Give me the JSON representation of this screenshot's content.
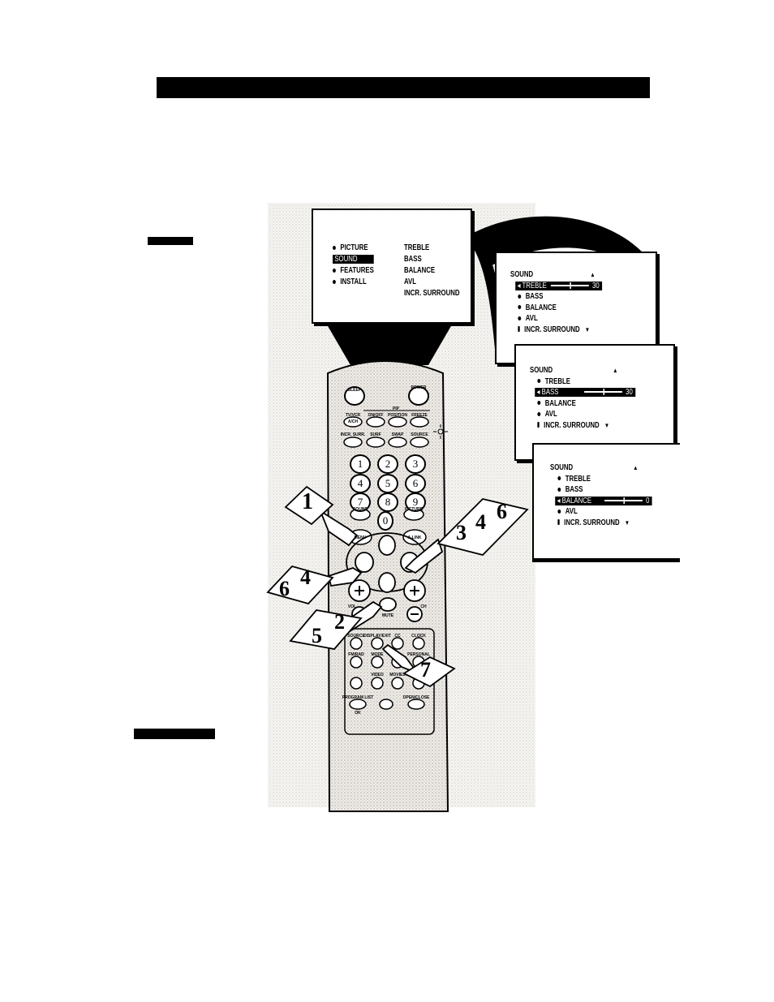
{
  "main_menu": {
    "items": [
      "PICTURE",
      "SOUND",
      "FEATURES",
      "INSTALL"
    ],
    "submenu": [
      "TREBLE",
      "BASS",
      "BALANCE",
      "AVL",
      "INCR. SURROUND"
    ]
  },
  "sound_menu_1": {
    "title": "SOUND",
    "items": [
      "TREBLE",
      "BASS",
      "BALANCE",
      "AVL",
      "INCR. SURROUND"
    ],
    "value": "30"
  },
  "sound_menu_2": {
    "title": "SOUND",
    "items": [
      "TREBLE",
      "BASS",
      "BALANCE",
      "AVL",
      "INCR. SURROUND"
    ],
    "value": "30"
  },
  "sound_menu_3": {
    "title": "SOUND",
    "items": [
      "TREBLE",
      "BASS",
      "BALANCE",
      "AVL",
      "INCR. SURROUND"
    ],
    "value": "0"
  },
  "remote": {
    "top_keys": [
      "SLEEP",
      "POWER"
    ],
    "pip_label": "PIP",
    "row1": [
      "TV/VCR",
      "ON/OFF",
      "POSITION",
      "FREEZE"
    ],
    "acv": "A/CH",
    "row2": [
      "INCR. SURR.",
      "SURF",
      "SWAP",
      "SOURCE"
    ],
    "numbers": [
      "1",
      "2",
      "3",
      "4",
      "5",
      "6",
      "7",
      "8",
      "9",
      "0"
    ],
    "sound_picture": [
      "SOUND",
      "PICTURE"
    ],
    "menu": "MENU",
    "alink": "A-LINK",
    "vol": "VOL",
    "ch": "CH",
    "mute": "MUTE",
    "lower_row1": [
      "SOURCE",
      "DISPLAY/EXIT",
      "CC",
      "CLOCK"
    ],
    "lower_row2": [
      "FM/RAD",
      "MODE",
      "",
      "PERSONAL"
    ],
    "lower_row3": [
      "VIDEO",
      "MOVIES"
    ],
    "lower_row4": [
      "PROGRAM LIST",
      "OPEN/CLOSE"
    ],
    "ok": "OK"
  },
  "steps": {
    "s1": "1",
    "s346": [
      "3",
      "4",
      "6"
    ],
    "s64": [
      "6",
      "4"
    ],
    "s52": [
      "5",
      "2"
    ],
    "s7": "7"
  },
  "colors": {
    "ink": "#000000",
    "remote_fill": "#ece8e4",
    "paper": "#ffffff"
  }
}
